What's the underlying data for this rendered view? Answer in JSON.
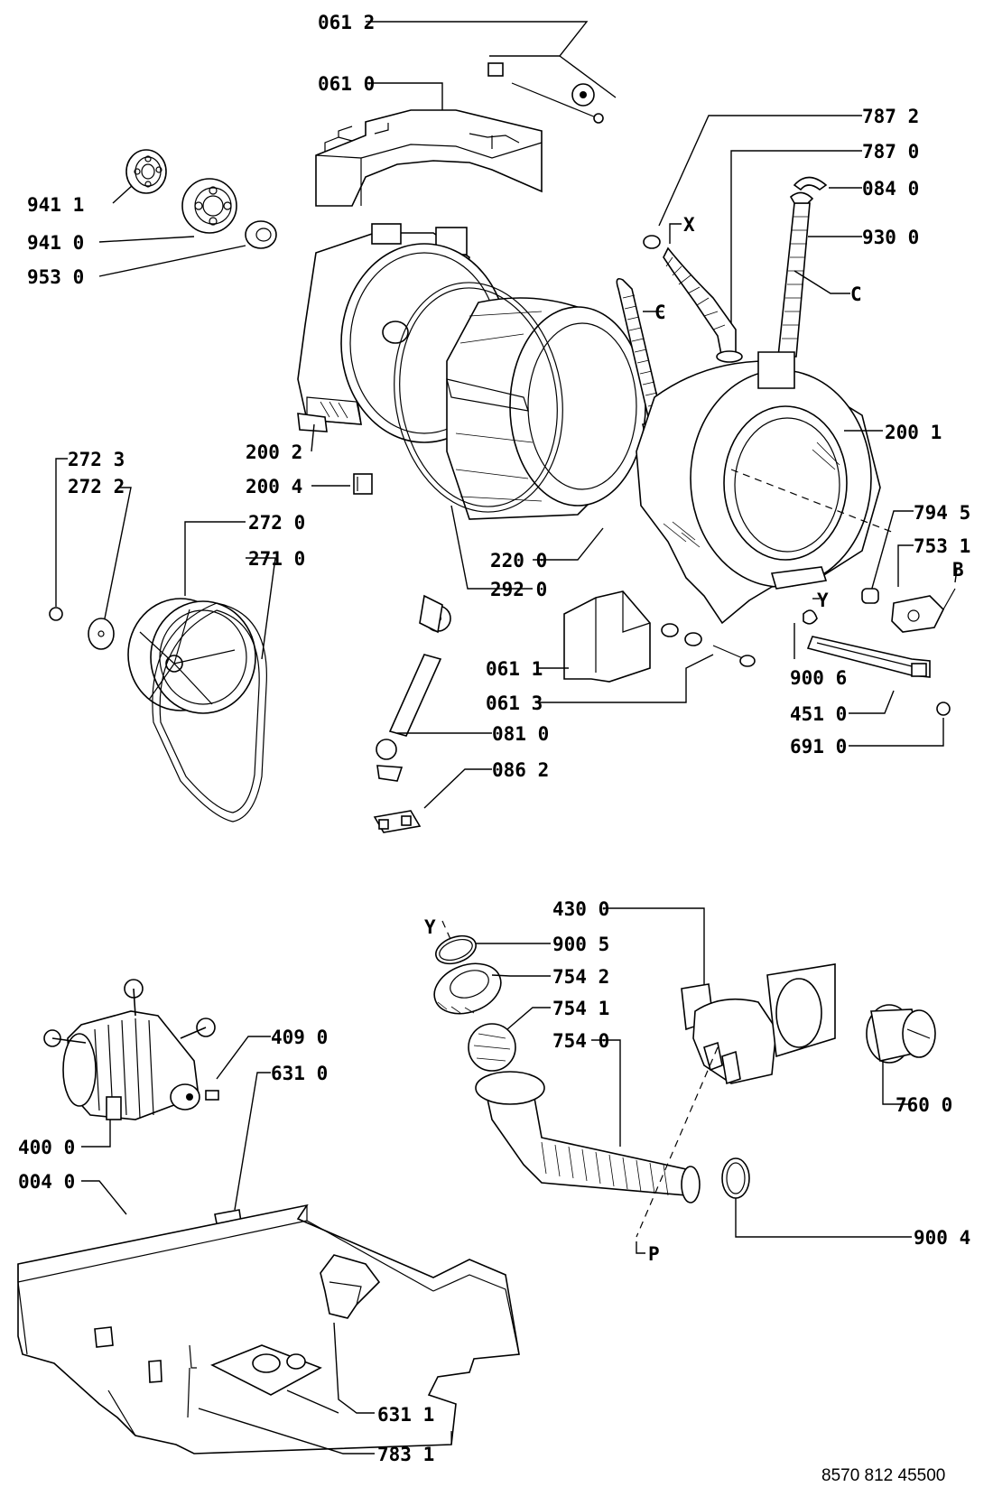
{
  "labels": {
    "p0612": "061 2",
    "p0610": "061 0",
    "p9411": "941 1",
    "p9410": "941 0",
    "p9530": "953 0",
    "p7872": "787 2",
    "p7870": "787 0",
    "p0840": "084 0",
    "p9300": "930 0",
    "x1": "X",
    "c1": "C",
    "c2": "C",
    "p2001": "200 1",
    "p2002": "200 2",
    "p2004": "200 4",
    "p2723": "272 3",
    "p2722": "272 2",
    "p2720": "272 0",
    "p2710": "271 0",
    "p2200": "220 0",
    "p2920": "292 0",
    "p7945": "794 5",
    "p7531": "753 1",
    "b1": "B",
    "y1": "Y",
    "p0611": "061 1",
    "p0613": "061 3",
    "p9006": "900 6",
    "p4510": "451 0",
    "p6910": "691 0",
    "p0810": "081 0",
    "p0862": "086 2",
    "p4300": "430 0",
    "y2": "Y",
    "p9005": "900 5",
    "p7542": "754 2",
    "p7541": "754 1",
    "p7540": "754 0",
    "p7600": "760 0",
    "p4090": "409 0",
    "p6310": "631 0",
    "p4000": "400 0",
    "p0040": "004 0",
    "pP": "P",
    "p9004": "900 4",
    "p6311": "631 1",
    "p7831": "783 1"
  },
  "reference": "8570 812 45500"
}
